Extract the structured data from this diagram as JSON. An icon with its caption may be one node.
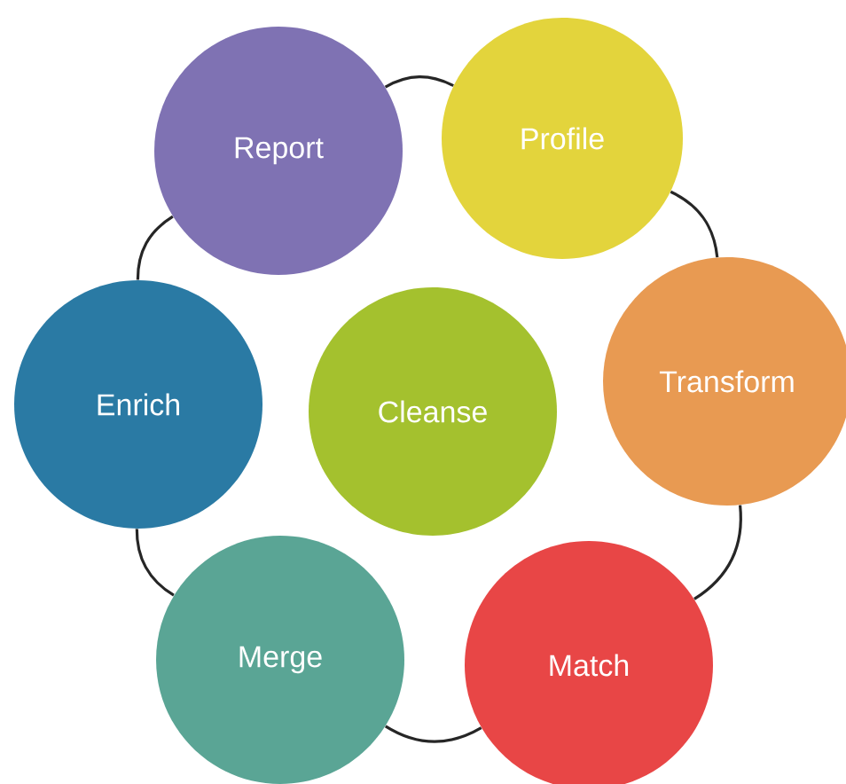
{
  "diagram": {
    "nodes": [
      {
        "text": [
          "Report"
        ]
      },
      {
        "text": [
          "Profile"
        ]
      },
      {
        "text": [
          "Enrich"
        ]
      },
      {
        "text": [
          "Cleanse"
        ]
      },
      {
        "text": [
          "Transform"
        ]
      },
      {
        "text": [
          "Merge"
        ]
      },
      {
        "text": [
          "Match"
        ]
      }
    ],
    "edges": [
      {
        "from": 0,
        "to": 1,
        "arrow": "none"
      },
      {
        "from": 1,
        "to": 4,
        "arrow": "none"
      },
      {
        "from": 4,
        "to": 6,
        "arrow": "none"
      },
      {
        "from": 6,
        "to": 5,
        "arrow": "none"
      },
      {
        "from": 5,
        "to": 2,
        "arrow": "none"
      },
      {
        "from": 2,
        "to": 0,
        "arrow": "none"
      }
    ]
  }
}
